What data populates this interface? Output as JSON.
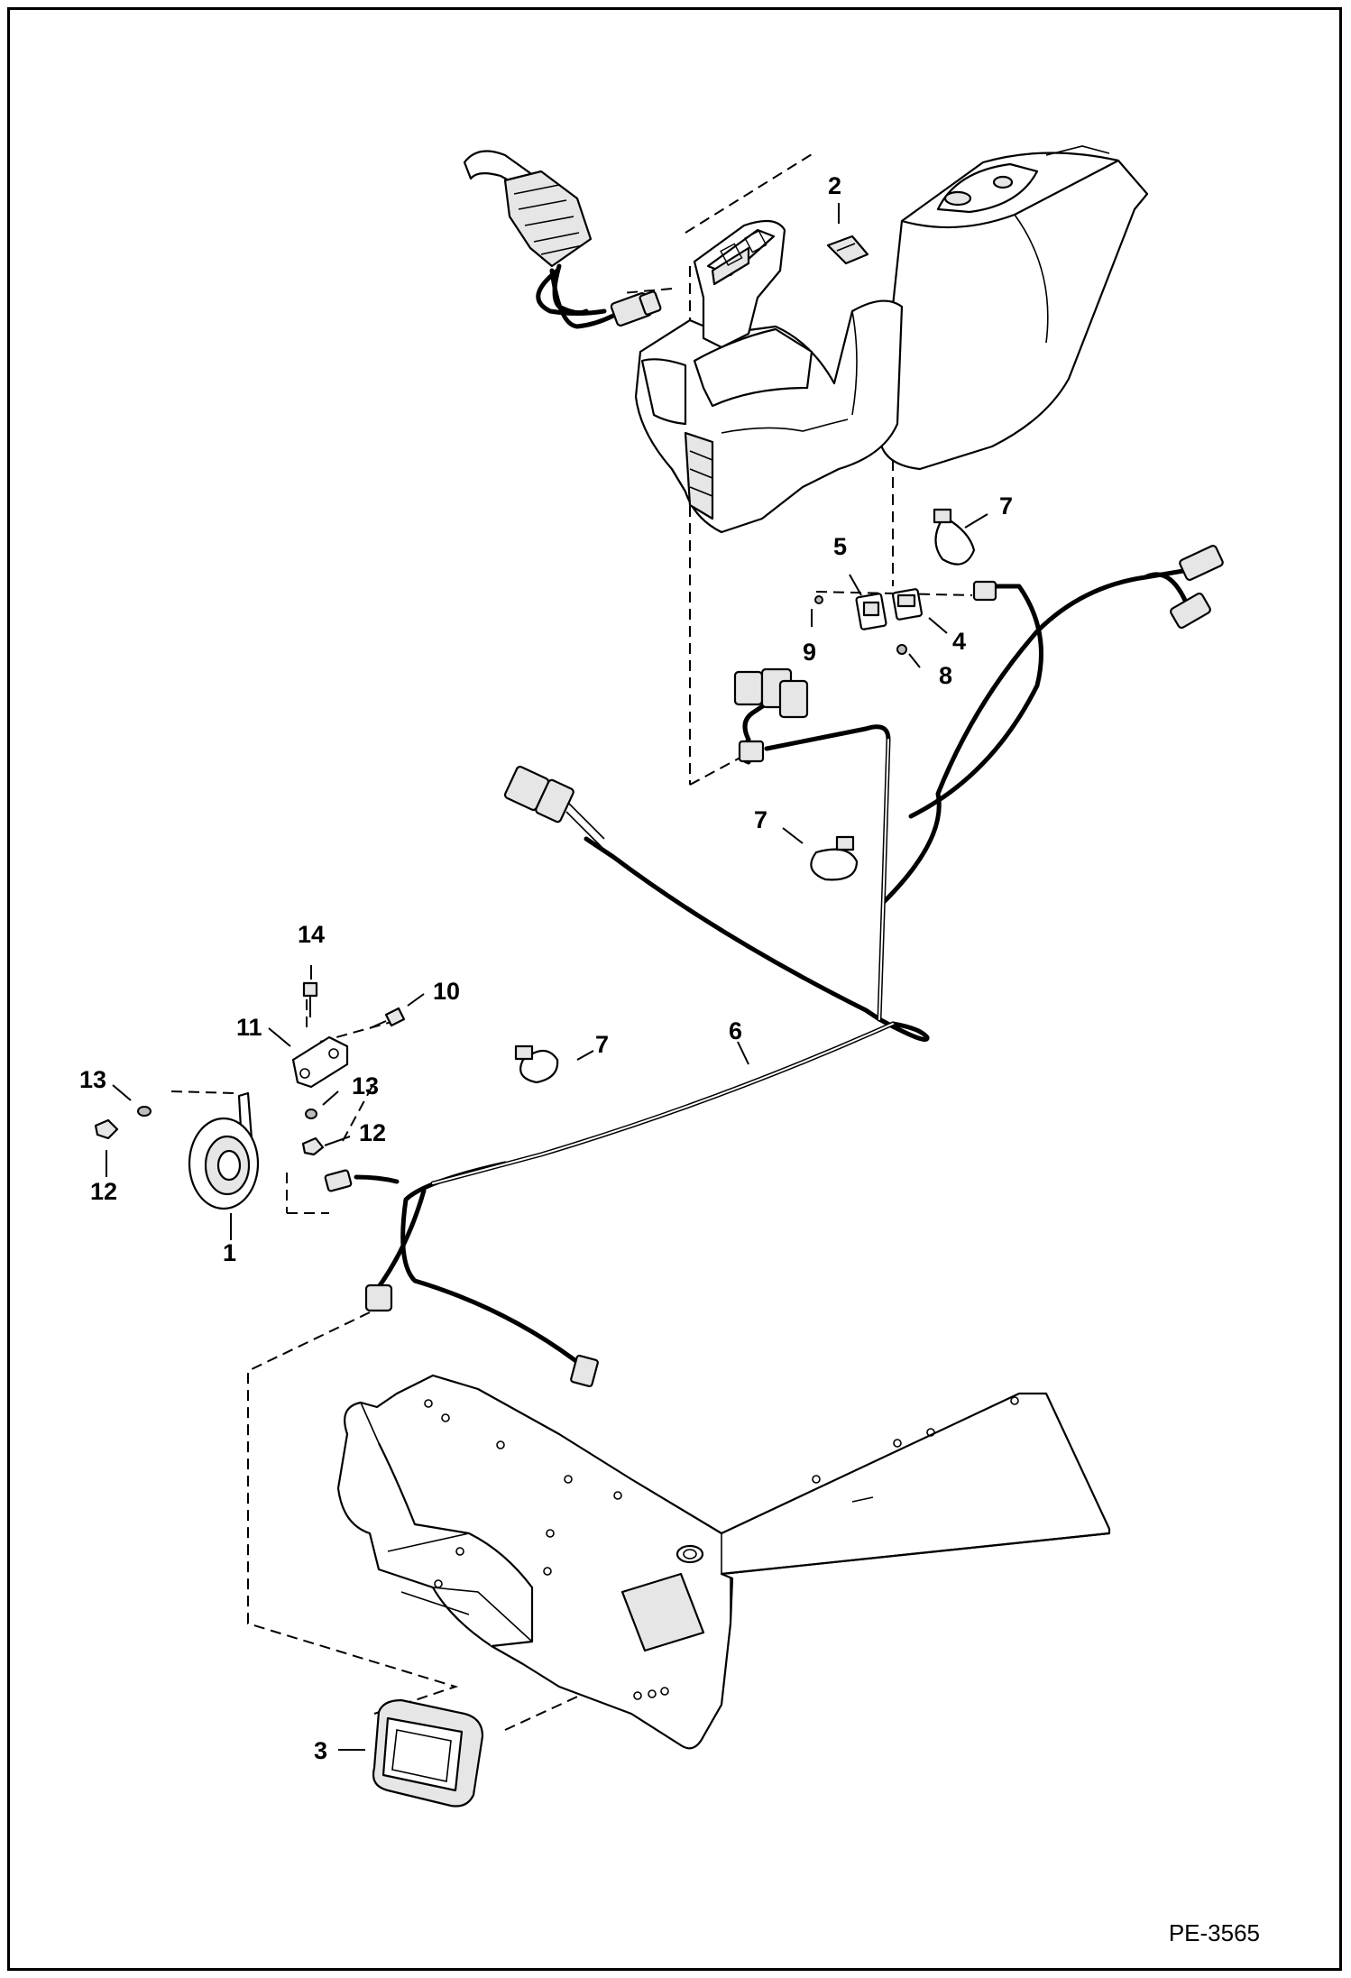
{
  "figure": {
    "reference_code": "PE-3565"
  },
  "callouts": [
    {
      "id": "c-2",
      "label": "2"
    },
    {
      "id": "c-7a",
      "label": "7"
    },
    {
      "id": "c-5",
      "label": "5"
    },
    {
      "id": "c-4",
      "label": "4"
    },
    {
      "id": "c-9",
      "label": "9"
    },
    {
      "id": "c-8",
      "label": "8"
    },
    {
      "id": "c-7b",
      "label": "7"
    },
    {
      "id": "c-14",
      "label": "14"
    },
    {
      "id": "c-10",
      "label": "10"
    },
    {
      "id": "c-11",
      "label": "11"
    },
    {
      "id": "c-7c",
      "label": "7"
    },
    {
      "id": "c-6",
      "label": "6"
    },
    {
      "id": "c-13a",
      "label": "13"
    },
    {
      "id": "c-13b",
      "label": "13"
    },
    {
      "id": "c-12b",
      "label": "12"
    },
    {
      "id": "c-12a",
      "label": "12"
    },
    {
      "id": "c-1",
      "label": "1"
    },
    {
      "id": "c-3",
      "label": "3"
    }
  ]
}
